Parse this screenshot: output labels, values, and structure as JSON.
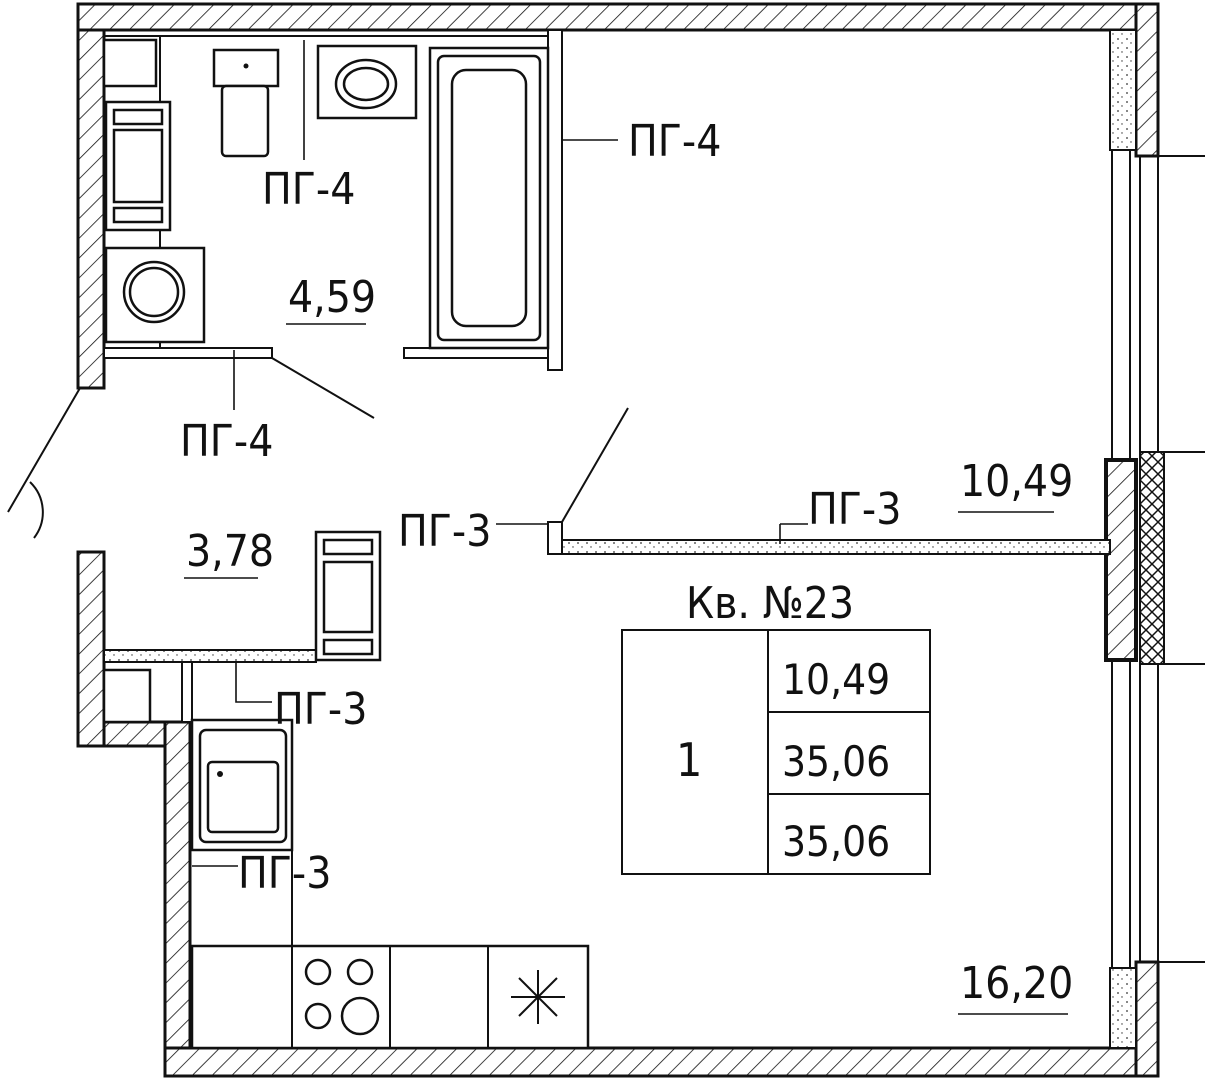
{
  "rooms": {
    "bathroom_area": "4,59",
    "hall_area": "3,78",
    "bedroom_area": "10,49",
    "living_area": "16,20"
  },
  "partitions": {
    "pg4_toilet": "ПГ-4",
    "pg4_bath": "ПГ-4",
    "pg4_hall": "ПГ-4",
    "pg3_door": "ПГ-3",
    "pg3_bedroom": "ПГ-3",
    "pg3_closet": "ПГ-3",
    "pg3_kitchen": "ПГ-3"
  },
  "apartment": {
    "title": "Кв. №23",
    "rooms_count": "1",
    "living_area": "10,49",
    "total_area": "35,06",
    "total_area_balcony": "35,06"
  },
  "icons": [
    "door-swing-icon",
    "toilet-icon",
    "sink-icon",
    "bathtub-icon",
    "washer-icon",
    "radiator-icon",
    "kitchen-sink-icon",
    "stove-icon",
    "fan-icon"
  ]
}
